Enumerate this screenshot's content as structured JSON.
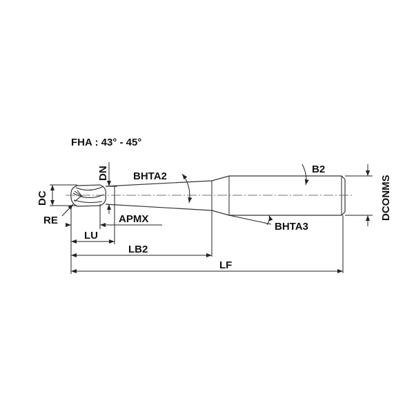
{
  "title": "FHA : 43° - 45°",
  "labels": {
    "dn": "DN",
    "dc": "DC",
    "re": "RE",
    "apmx": "APMX",
    "lu": "LU",
    "lb2": "LB2",
    "lf": "LF",
    "bhta2": "BHTA2",
    "bhta3": "BHTA3",
    "b2": "B2",
    "dconms": "DCONMS"
  }
}
